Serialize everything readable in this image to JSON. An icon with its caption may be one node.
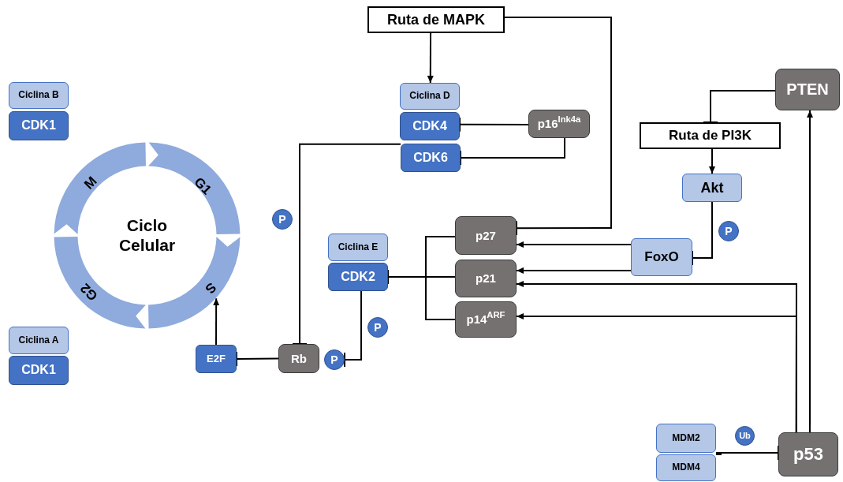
{
  "diagram": {
    "nodes": [
      {
        "text": [
          "Ciclina B"
        ]
      },
      {
        "text": [
          "CDK1"
        ]
      },
      {
        "text": [
          "Ciclina A"
        ]
      },
      {
        "text": [
          "CDK1"
        ]
      },
      {
        "text": [
          "Ciclo Celular"
        ]
      },
      {
        "text": [
          "Ruta de MAPK"
        ]
      },
      {
        "text": [
          "Ciclina D"
        ]
      },
      {
        "text": [
          "CDK4"
        ]
      },
      {
        "text": [
          "CDK6"
        ]
      },
      {
        "text": [
          "p16$^{Ink4a}$"
        ]
      },
      {
        "text": [
          "Ciclina E"
        ]
      },
      {
        "text": [
          "CDK2"
        ]
      },
      {
        "text": [
          "p27"
        ]
      },
      {
        "text": [
          "p21"
        ]
      },
      {
        "text": [
          "p14$^{ARF}$"
        ]
      },
      {
        "text": [
          "Rb"
        ]
      },
      {
        "text": [
          "E2F"
        ]
      },
      {
        "text": [
          "PTEN"
        ]
      },
      {
        "text": [
          "Ruta de PI3K"
        ]
      },
      {
        "text": [
          "Akt"
        ]
      },
      {
        "text": [
          "FoxO"
        ]
      },
      {
        "text": [
          "MDM2"
        ]
      },
      {
        "text": [
          "MDM4"
        ]
      },
      {
        "text": [
          "p53"
        ]
      },
      {
        "text": [
          "P"
        ]
      },
      {
        "text": [
          "P"
        ]
      },
      {
        "text": [
          "P"
        ]
      },
      {
        "text": [
          "P"
        ]
      },
      {
        "text": [
          "Ub"
        ]
      }
    ],
    "edges": [
      {
        "from": 5,
        "to": 6,
        "arrow": "to"
      },
      {
        "from": 5,
        "to": 12,
        "arrow": "other"
      },
      {
        "from": 9,
        "to": 7,
        "arrow": "other"
      },
      {
        "from": 9,
        "to": 8,
        "arrow": "other"
      },
      {
        "from": 8,
        "to": 15,
        "arrow": "other"
      },
      {
        "from": 11,
        "to": 26,
        "arrow": "other"
      },
      {
        "from": 15,
        "to": 16,
        "arrow": "other"
      },
      {
        "from": 16,
        "to": 4,
        "arrow": "to"
      },
      {
        "from": 12,
        "to": 11,
        "arrow": "other"
      },
      {
        "from": 13,
        "to": 11,
        "arrow": "other"
      },
      {
        "from": 14,
        "to": 11,
        "arrow": "other"
      },
      {
        "from": 20,
        "to": 12,
        "arrow": "to"
      },
      {
        "from": 20,
        "to": 13,
        "arrow": "to"
      },
      {
        "from": 19,
        "to": 20,
        "arrow": "other"
      },
      {
        "from": 17,
        "to": 18,
        "arrow": "other"
      },
      {
        "from": 18,
        "to": 19,
        "arrow": "to"
      },
      {
        "from": 23,
        "to": 13,
        "arrow": "to"
      },
      {
        "from": 23,
        "to": 14,
        "arrow": "to"
      },
      {
        "from": 23,
        "to": 17,
        "arrow": "to"
      },
      {
        "from": 21,
        "to": 23,
        "arrow": "other"
      },
      {
        "from": 22,
        "to": 23,
        "arrow": "other"
      }
    ],
    "labels": [
      "M",
      "G1",
      "S",
      "G2"
    ]
  }
}
